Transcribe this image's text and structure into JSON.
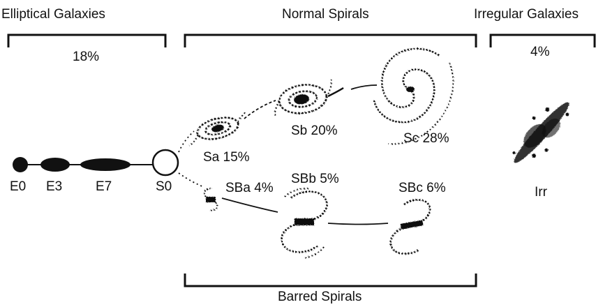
{
  "groups": {
    "elliptical": {
      "title": "Elliptical Galaxies",
      "percent": "18%"
    },
    "normal_spirals": {
      "title": "Normal Spirals"
    },
    "irregular": {
      "title": "Irregular Galaxies",
      "percent": "4%"
    },
    "barred_spirals": {
      "title": "Barred Spirals"
    }
  },
  "galaxies": {
    "e0": "E0",
    "e3": "E3",
    "e7": "E7",
    "s0": "S0",
    "sa": "Sa 15%",
    "sb": "Sb 20%",
    "sc": "Sc 28%",
    "sba": "SBa 4%",
    "sbb": "SBb 5%",
    "sbc": "SBc 6%",
    "irr": "Irr"
  }
}
